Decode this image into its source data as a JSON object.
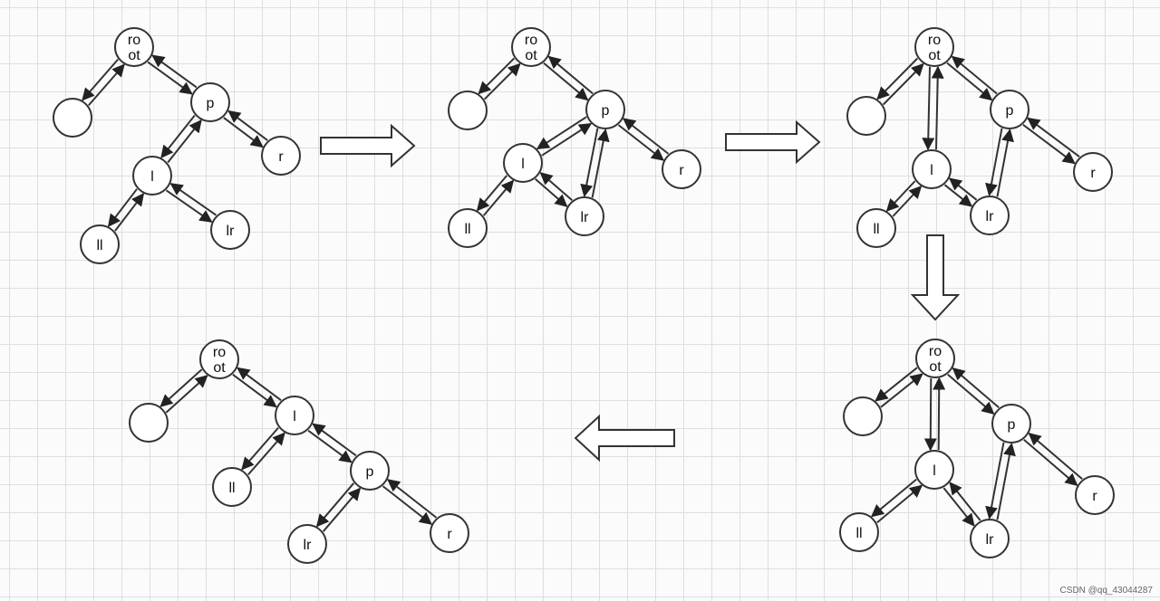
{
  "watermark": "CSDN @qq_43044287",
  "panels": [
    {
      "id": "before",
      "edges": [
        [
          "root",
          "empty"
        ],
        [
          "root",
          "p"
        ],
        [
          "p",
          "l"
        ],
        [
          "p",
          "r"
        ],
        [
          "l",
          "ll"
        ],
        [
          "l",
          "lr"
        ]
      ]
    },
    {
      "id": "lr-moved-up",
      "edges": [
        [
          "root",
          "empty"
        ],
        [
          "root",
          "p"
        ],
        [
          "p",
          "l"
        ],
        [
          "p",
          "r"
        ],
        [
          "p",
          "lr"
        ],
        [
          "l",
          "ll"
        ],
        [
          "l",
          "lr"
        ]
      ]
    },
    {
      "id": "l-linked-to-root",
      "edges": [
        [
          "root",
          "empty"
        ],
        [
          "root",
          "p"
        ],
        [
          "root",
          "l"
        ],
        [
          "p",
          "r"
        ],
        [
          "p",
          "lr"
        ],
        [
          "l",
          "ll"
        ],
        [
          "l",
          "lr"
        ]
      ]
    },
    {
      "id": "l-under-root",
      "edges": [
        [
          "root",
          "empty"
        ],
        [
          "root",
          "p"
        ],
        [
          "root",
          "l"
        ],
        [
          "p",
          "r"
        ],
        [
          "p",
          "lr"
        ],
        [
          "l",
          "ll"
        ],
        [
          "l",
          "lr"
        ]
      ]
    },
    {
      "id": "after",
      "edges": [
        [
          "root",
          "empty"
        ],
        [
          "root",
          "l"
        ],
        [
          "l",
          "ll"
        ],
        [
          "l",
          "p"
        ],
        [
          "p",
          "lr"
        ],
        [
          "p",
          "r"
        ]
      ]
    }
  ],
  "node_labels": {
    "root": "root",
    "p": "p",
    "l": "l",
    "r": "r",
    "ll": "ll",
    "lr": "lr",
    "empty": ""
  },
  "transitions": [
    {
      "from": "before",
      "to": "lr-moved-up",
      "direction": "right"
    },
    {
      "from": "lr-moved-up",
      "to": "l-linked-to-root",
      "direction": "right"
    },
    {
      "from": "l-linked-to-root",
      "to": "l-under-root",
      "direction": "down"
    },
    {
      "from": "l-under-root",
      "to": "after",
      "direction": "left"
    }
  ]
}
